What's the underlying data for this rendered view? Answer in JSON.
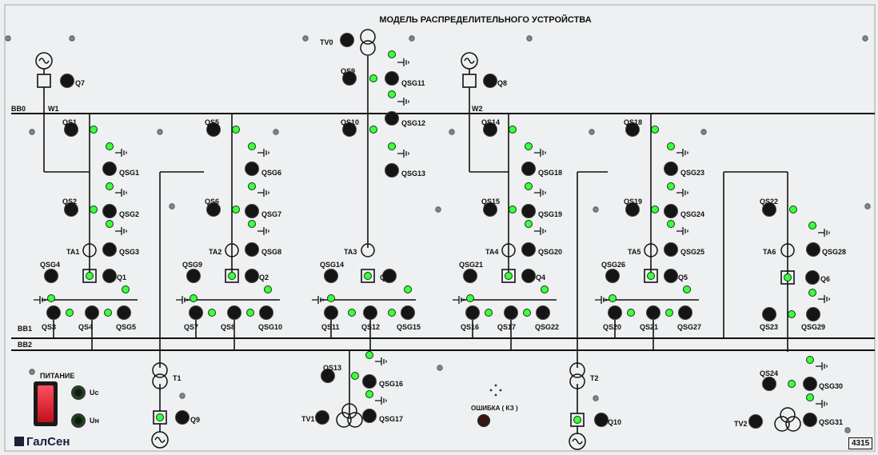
{
  "title": "МОДЕЛЬ РАСПРЕДЕЛИТЕЛЬНОГО УСТРОЙСТВА",
  "power_label": "ПИТАНИЕ",
  "uc_label": "Uc",
  "un_label": "Uн",
  "error_label": "ОШИБКА ( КЗ )",
  "brand": "ГалСен",
  "model_number": "4315",
  "colors": {
    "led_on": "#3dff3d",
    "led_off": "#1b4d1b",
    "knob": "#151515",
    "switch_red": "#e0182a",
    "line": "#111111"
  },
  "labels": [
    "TV0",
    "QS9",
    "QSG11",
    "QS10",
    "QSG12",
    "QSG13",
    "Q7",
    "W1",
    "Q8",
    "W2",
    "BB0",
    "QS1",
    "QSG1",
    "QS2",
    "QSG2",
    "TA1",
    "QSG3",
    "QSG4",
    "Q1",
    "QS3",
    "QS4",
    "QSG5",
    "QS5",
    "QSG6",
    "QS6",
    "QSG7",
    "TA2",
    "QSG8",
    "QSG9",
    "Q2",
    "QS7",
    "QS8",
    "QSG10",
    "TA3",
    "QSG14",
    "Q3",
    "QS11",
    "QS12",
    "QSG15",
    "QS14",
    "QSG18",
    "QS15",
    "QSG19",
    "TA4",
    "QSG20",
    "QSG21",
    "Q4",
    "QS16",
    "QS17",
    "QSG22",
    "QS18",
    "QSG23",
    "QS19",
    "QSG24",
    "TA5",
    "QSG25",
    "QSG26",
    "Q5",
    "QS20",
    "QS21",
    "QSG27",
    "QS22",
    "TA6",
    "QSG28",
    "Q6",
    "QS23",
    "QSG29",
    "BB1",
    "BB2",
    "T1",
    "Q9",
    "QS13",
    "QSG16",
    "TV1",
    "QSG17",
    "T2",
    "Q10",
    "QS24",
    "QSG30",
    "TV2",
    "QSG31"
  ]
}
